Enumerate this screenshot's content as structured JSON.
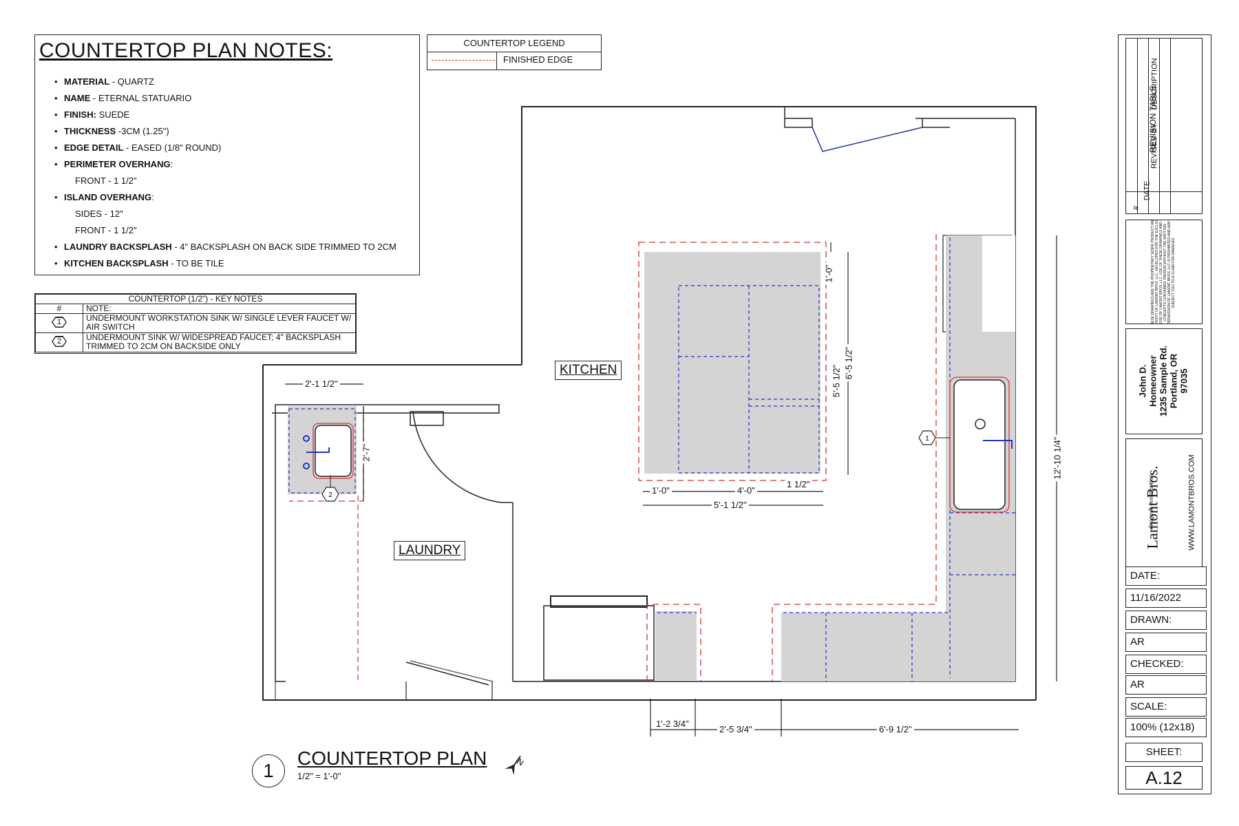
{
  "notes": {
    "title": "COUNTERTOP PLAN NOTES:",
    "items": [
      {
        "bold": "MATERIAL",
        "text": " - QUARTZ",
        "sub": false
      },
      {
        "bold": "NAME",
        "text": " - ETERNAL STATUARIO",
        "sub": false
      },
      {
        "bold": "FINISH:",
        "text": " SUEDE",
        "sub": false
      },
      {
        "bold": "THICKNESS",
        "text": " -3CM (1.25\")",
        "sub": false
      },
      {
        "bold": "EDGE DETAIL",
        "text": " - EASED (1/8\" ROUND)",
        "sub": false
      },
      {
        "bold": "PERIMETER OVERHANG",
        "text": ":",
        "sub": false
      },
      {
        "bold": "",
        "text": "FRONT - 1 1/2\"",
        "sub": true
      },
      {
        "bold": "ISLAND OVERHANG",
        "text": ":",
        "sub": false
      },
      {
        "bold": "",
        "text": "SIDES - 12\"",
        "sub": true
      },
      {
        "bold": "",
        "text": "FRONT - 1 1/2\"",
        "sub": true
      },
      {
        "bold": "LAUNDRY BACKSPLASH",
        "text": " - 4\" BACKSPLASH ON BACK SIDE TRIMMED TO 2CM",
        "sub": false
      },
      {
        "bold": "KITCHEN BACKSPLASH",
        "text": " - TO BE TILE",
        "sub": false
      }
    ]
  },
  "legend": {
    "title": "COUNTERTOP LEGEND",
    "label": "FINISHED EDGE",
    "line_color": "#d33333"
  },
  "keynotes": {
    "title": "COUNTERTOP (1/2\") - KEY NOTES",
    "col_num": "#",
    "col_note": "NOTE:",
    "rows": [
      {
        "num": "1",
        "note": "UNDERMOUNT WORKSTATION SINK W/ SINGLE LEVER FAUCET W/ AIR SWITCH"
      },
      {
        "num": "2",
        "note": "UNDERMOUNT SINK W/ WIDESPREAD FAUCET; 4\" BACKSPLASH TRIMMED TO 2CM ON BACKSIDE ONLY"
      }
    ]
  },
  "rooms": {
    "kitchen": "KITCHEN",
    "laundry": "LAUNDRY"
  },
  "dimensions": {
    "laundry_width": "2'-1 1/2\"",
    "laundry_depth": "2'-7\"",
    "island_depth_inner": "5'-5 1/2\"",
    "island_depth_outer": "6'-5 1/2\"",
    "island_overhang_top": "1'-0\"",
    "island_overhang_left": "1'-0\"",
    "island_inner_width": "4'-0\"",
    "island_front_overhang": "1 1/2\"",
    "island_width": "5'-1 1/2\"",
    "right_run": "12'-10 1/4\"",
    "bottom_a": "1'-2 3/4\"",
    "bottom_b": "2'-5 3/4\"",
    "bottom_c": "6'-9 1/2\""
  },
  "key_markers": {
    "sink_kitchen": "1",
    "sink_laundry": "2"
  },
  "plan": {
    "number": "1",
    "title": "COUNTERTOP PLAN",
    "scale": "1/2\" = 1'-0\""
  },
  "north_label": "N",
  "titleblock": {
    "revision_title": "REVISION TABLE",
    "rev_cols": [
      "#",
      "DATE",
      "REVISED BY",
      "DESCRIPTION"
    ],
    "disclaimer": "THESE DRAWINGS ARE THE PROPRIETARY WORK PRODUCT AND PROPERTY OF LAMONT BROS. LLC, DEVELOPED FOR THE EXCLUSIVE USE OF LAMONT BROS. LLC. USE OF THESE DRAWINGS AND CONCEPTS CONTAINED THEREIN WITHOUT THE WRITTEN PERMISSION OF LAMONT BROS. LLC IS PROHIBITED AND MAY SUBJECT YOU TO A CLAIM FOR DAMAGES.",
    "client": [
      "John D.",
      "Homeowner",
      "1235 Sample Rd.",
      "Portland, OR",
      "97035"
    ],
    "company": "Lamont Bros.",
    "company_sub": "design & construction",
    "website": "WWW.LAMONTBROS.COM",
    "date_label": "DATE:",
    "date_value": "11/16/2022",
    "drawn_label": "DRAWN:",
    "drawn_value": "AR",
    "checked_label": "CHECKED:",
    "checked_value": "AR",
    "scale_label": "SCALE:",
    "scale_value": "100% (12x18)",
    "sheet_label": "SHEET:",
    "sheet_value": "A.12"
  }
}
